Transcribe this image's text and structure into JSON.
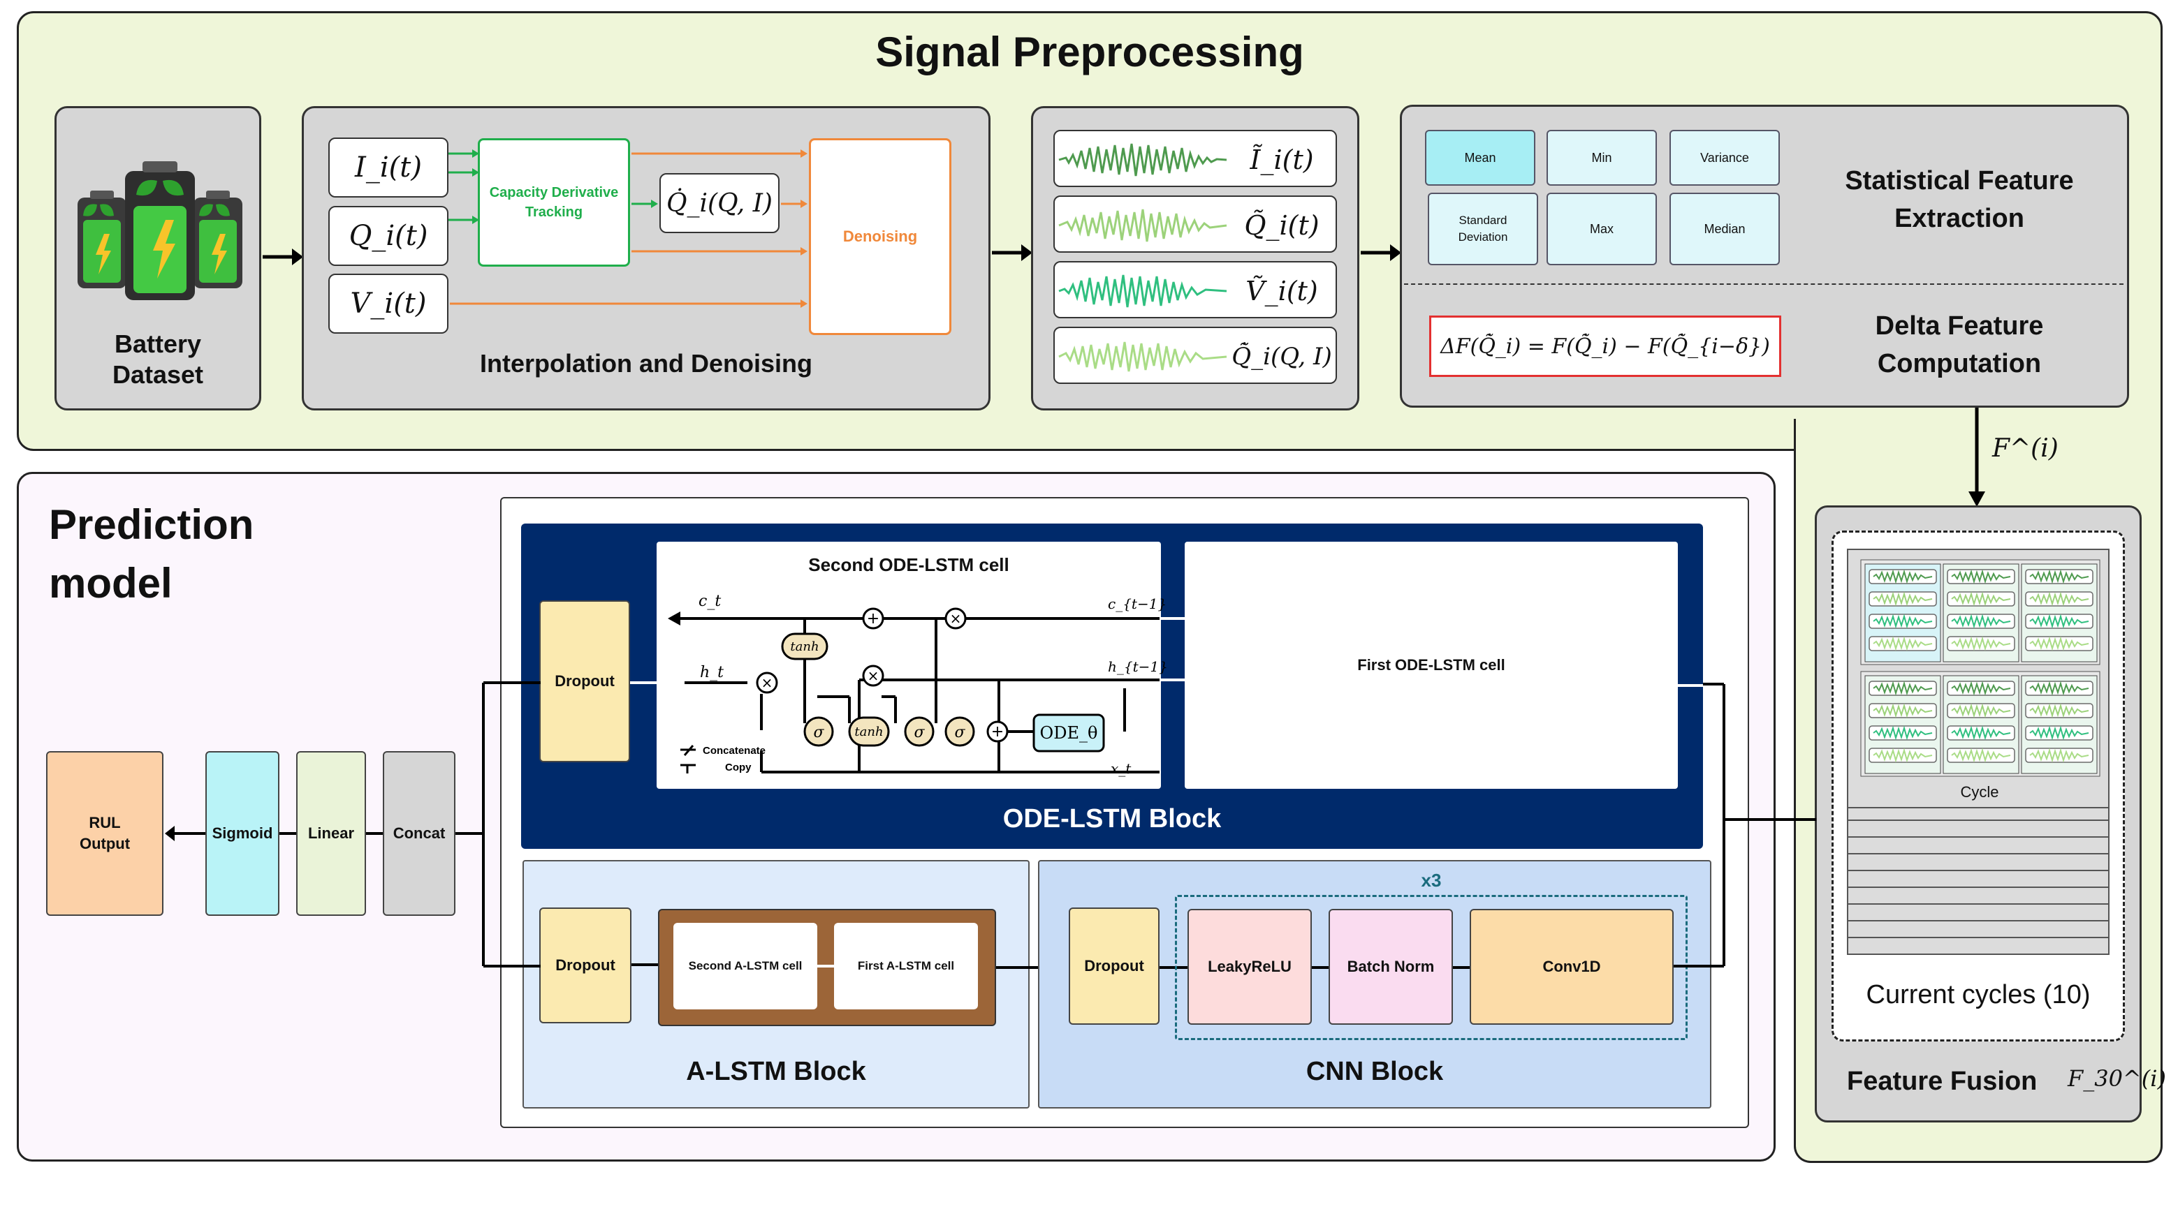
{
  "signal_preprocessing": {
    "title": "Signal Preprocessing",
    "battery": {
      "label_line1": "Battery",
      "label_line2": "Dataset"
    },
    "interp": {
      "title": "Interpolation and Denoising",
      "inputs": [
        "I_i(t)",
        "Q_i(t)",
        "V_i(t)"
      ],
      "cdt_line1": "Capacity Derivative",
      "cdt_line2": "Tracking",
      "qdot": "Q̇_i(Q, I)",
      "denoising": "Denoising"
    },
    "signals": [
      "Ĩ_i(t)",
      "Q̃_i(t)",
      "Ṽ_i(t)",
      "Q̃̇_i(Q, I)"
    ],
    "stat_features": {
      "title_line1": "Statistical Feature",
      "title_line2": "Extraction",
      "items": [
        "Mean",
        "Min",
        "Variance",
        "Standard Deviation",
        "Max",
        "Median"
      ]
    },
    "delta": {
      "title_line1": "Delta Feature",
      "title_line2": "Computation",
      "formula": "ΔF(Q̃̇_i) = F(Q̃̇_i) − F(Q̃̇_{i−δ})"
    },
    "feature_arrow_label": "F^(i)"
  },
  "feature_fusion": {
    "title": "Feature Fusion",
    "symbol": "F_30^(i)",
    "cycle_label": "Cycle",
    "current_cycles": "Current cycles (10)"
  },
  "prediction_model": {
    "title_line1": "Prediction",
    "title_line2": "model",
    "output_chain": {
      "rul_line1": "RUL",
      "rul_line2": "Output",
      "sigmoid": "Sigmoid",
      "linear": "Linear",
      "concat": "Concat"
    },
    "ode_lstm": {
      "title": "ODE-LSTM Block",
      "dropout": "Dropout",
      "second_cell": "Second ODE-LSTM cell",
      "first_cell": "First ODE-LSTM cell",
      "legend_concatenate": "Concatenate",
      "legend_copy": "Copy",
      "c_t": "c_t",
      "c_t_1": "c_{t−1}",
      "h_t": "h_t",
      "h_t_1": "h_{t−1}",
      "x_t": "x_t",
      "tanh": "tanh",
      "sigma": "σ",
      "ode": "ODE_θ"
    },
    "a_lstm": {
      "title": "A-LSTM Block",
      "dropout": "Dropout",
      "second_cell": "Second A-LSTM cell",
      "first_cell": "First A-LSTM cell"
    },
    "cnn": {
      "title": "CNN Block",
      "repeat": "x3",
      "dropout": "Dropout",
      "leaky": "LeakyReLU",
      "batchnorm": "Batch Norm",
      "conv": "Conv1D"
    }
  },
  "colors": {
    "top_panel": "#eff6d9",
    "bottom_panel": "#fcf6fd",
    "ode_block": "#002a6b",
    "alstm_block": "#deebfb",
    "cnn_block": "#c8dcf6",
    "dropout": "#fbeab0",
    "rul": "#fcd1a8",
    "sigmoid": "#b9f3f7",
    "linear": "#eaf3d8",
    "concat": "#d6d6d6",
    "leaky": "#fddcdc",
    "batchnorm": "#fadcf0",
    "conv": "#fcdca8",
    "a_lstm_frame": "#9c6538",
    "cdt_green": "#1fae4b",
    "denoise_orange": "#f0883a",
    "delta_red": "#e33030"
  },
  "icons": [
    "battery-icon",
    "waveform-icon",
    "arrow-icon"
  ]
}
